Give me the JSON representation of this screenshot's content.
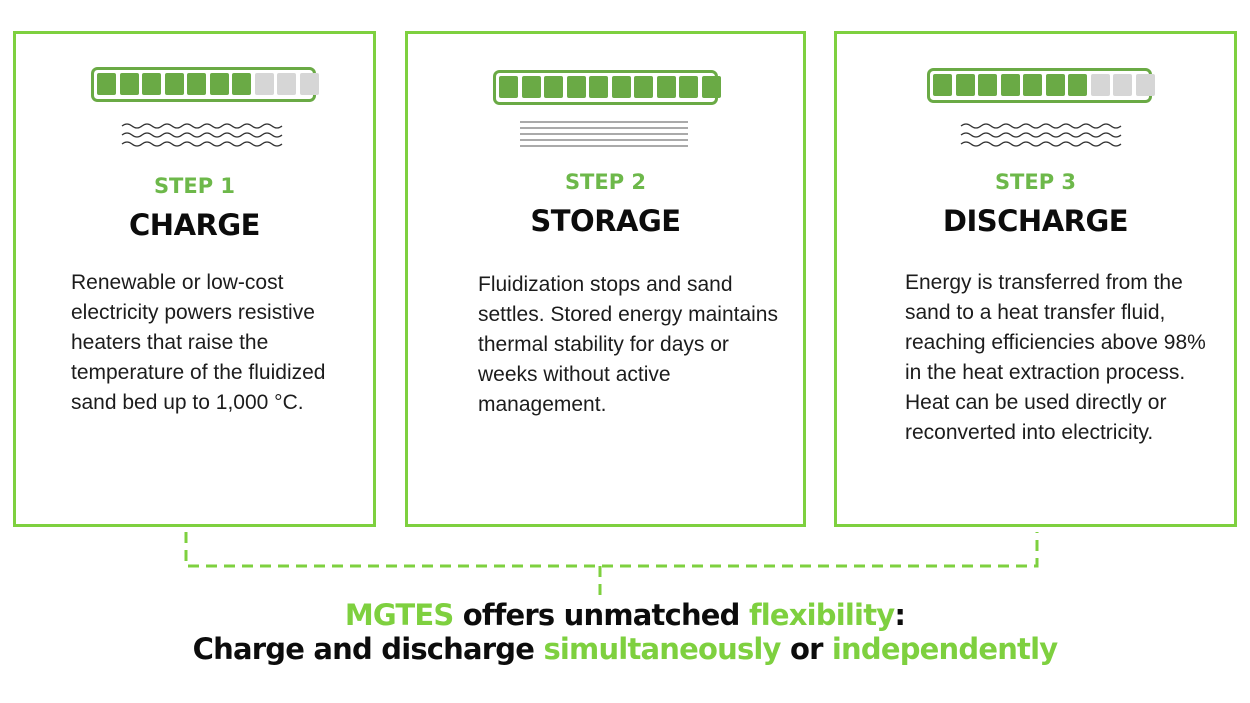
{
  "brand_color": "#7ed03f",
  "cell_color": "#6aaa45",
  "empty_cell_color": "#d6d6d6",
  "steps": [
    {
      "step_label": "STEP 1",
      "title": "CHARGE",
      "description": "Renewable or low-cost electricity powers resistive heaters that raise the temperature of the fluidized sand bed up to 1,000 °C.",
      "battery_level": 0.7,
      "icon": "heat-wave-icon"
    },
    {
      "step_label": "STEP 2",
      "title": "STORAGE",
      "description": "Fluidization stops and sand settles. Stored energy maintains thermal stability for days or weeks without active management.",
      "battery_level": 1.0,
      "icon": "settled-layers-icon"
    },
    {
      "step_label": "STEP 3",
      "title": "DISCHARGE",
      "description": "Energy is transferred from the sand to a heat transfer fluid, reaching efficiencies above 98% in the heat extraction process.\nHeat can be used directly or reconverted into electricity.",
      "battery_level": 0.7,
      "icon": "heat-wave-icon"
    }
  ],
  "footer": {
    "line1": {
      "brand": "MGTES",
      "text1": " offers unmatched ",
      "highlight": "flexibility",
      "text2": ":"
    },
    "line2": {
      "text1": "Charge and discharge ",
      "highlight1": "simultaneously",
      "text2": " or ",
      "highlight2": "independently"
    }
  }
}
